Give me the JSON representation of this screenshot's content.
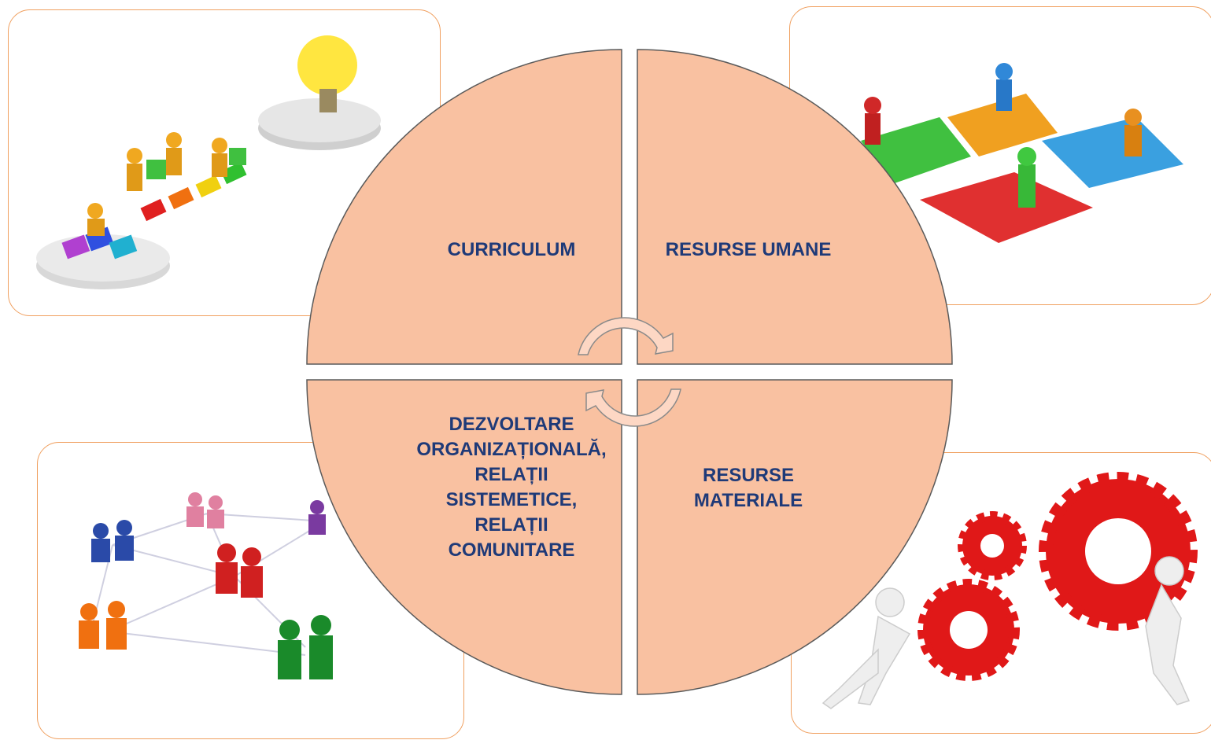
{
  "diagram": {
    "quadrants": {
      "top_left": {
        "lines": [
          "CURRICULUM"
        ]
      },
      "top_right": {
        "lines": [
          "RESURSE UMANE"
        ]
      },
      "bottom_left": {
        "lines": [
          "DEZVOLTARE",
          "ORGANIZAȚIONALĂ,",
          "RELAȚII",
          "SISTEMETICE,",
          "RELAȚII",
          "COMUNITARE"
        ]
      },
      "bottom_right": {
        "lines": [
          "RESURSE",
          "MATERIALE"
        ]
      }
    },
    "colors": {
      "quadrant_fill": "#f9c1a1",
      "quadrant_border": "#5a5a5a",
      "text": "#1f3a78",
      "photo_frame": "#f0a060"
    }
  },
  "images": [
    {
      "name": "puzzle-team-lightbulb-illustration"
    },
    {
      "name": "puzzle-people-illustration"
    },
    {
      "name": "people-network-illustration"
    },
    {
      "name": "gears-people-illustration"
    }
  ]
}
